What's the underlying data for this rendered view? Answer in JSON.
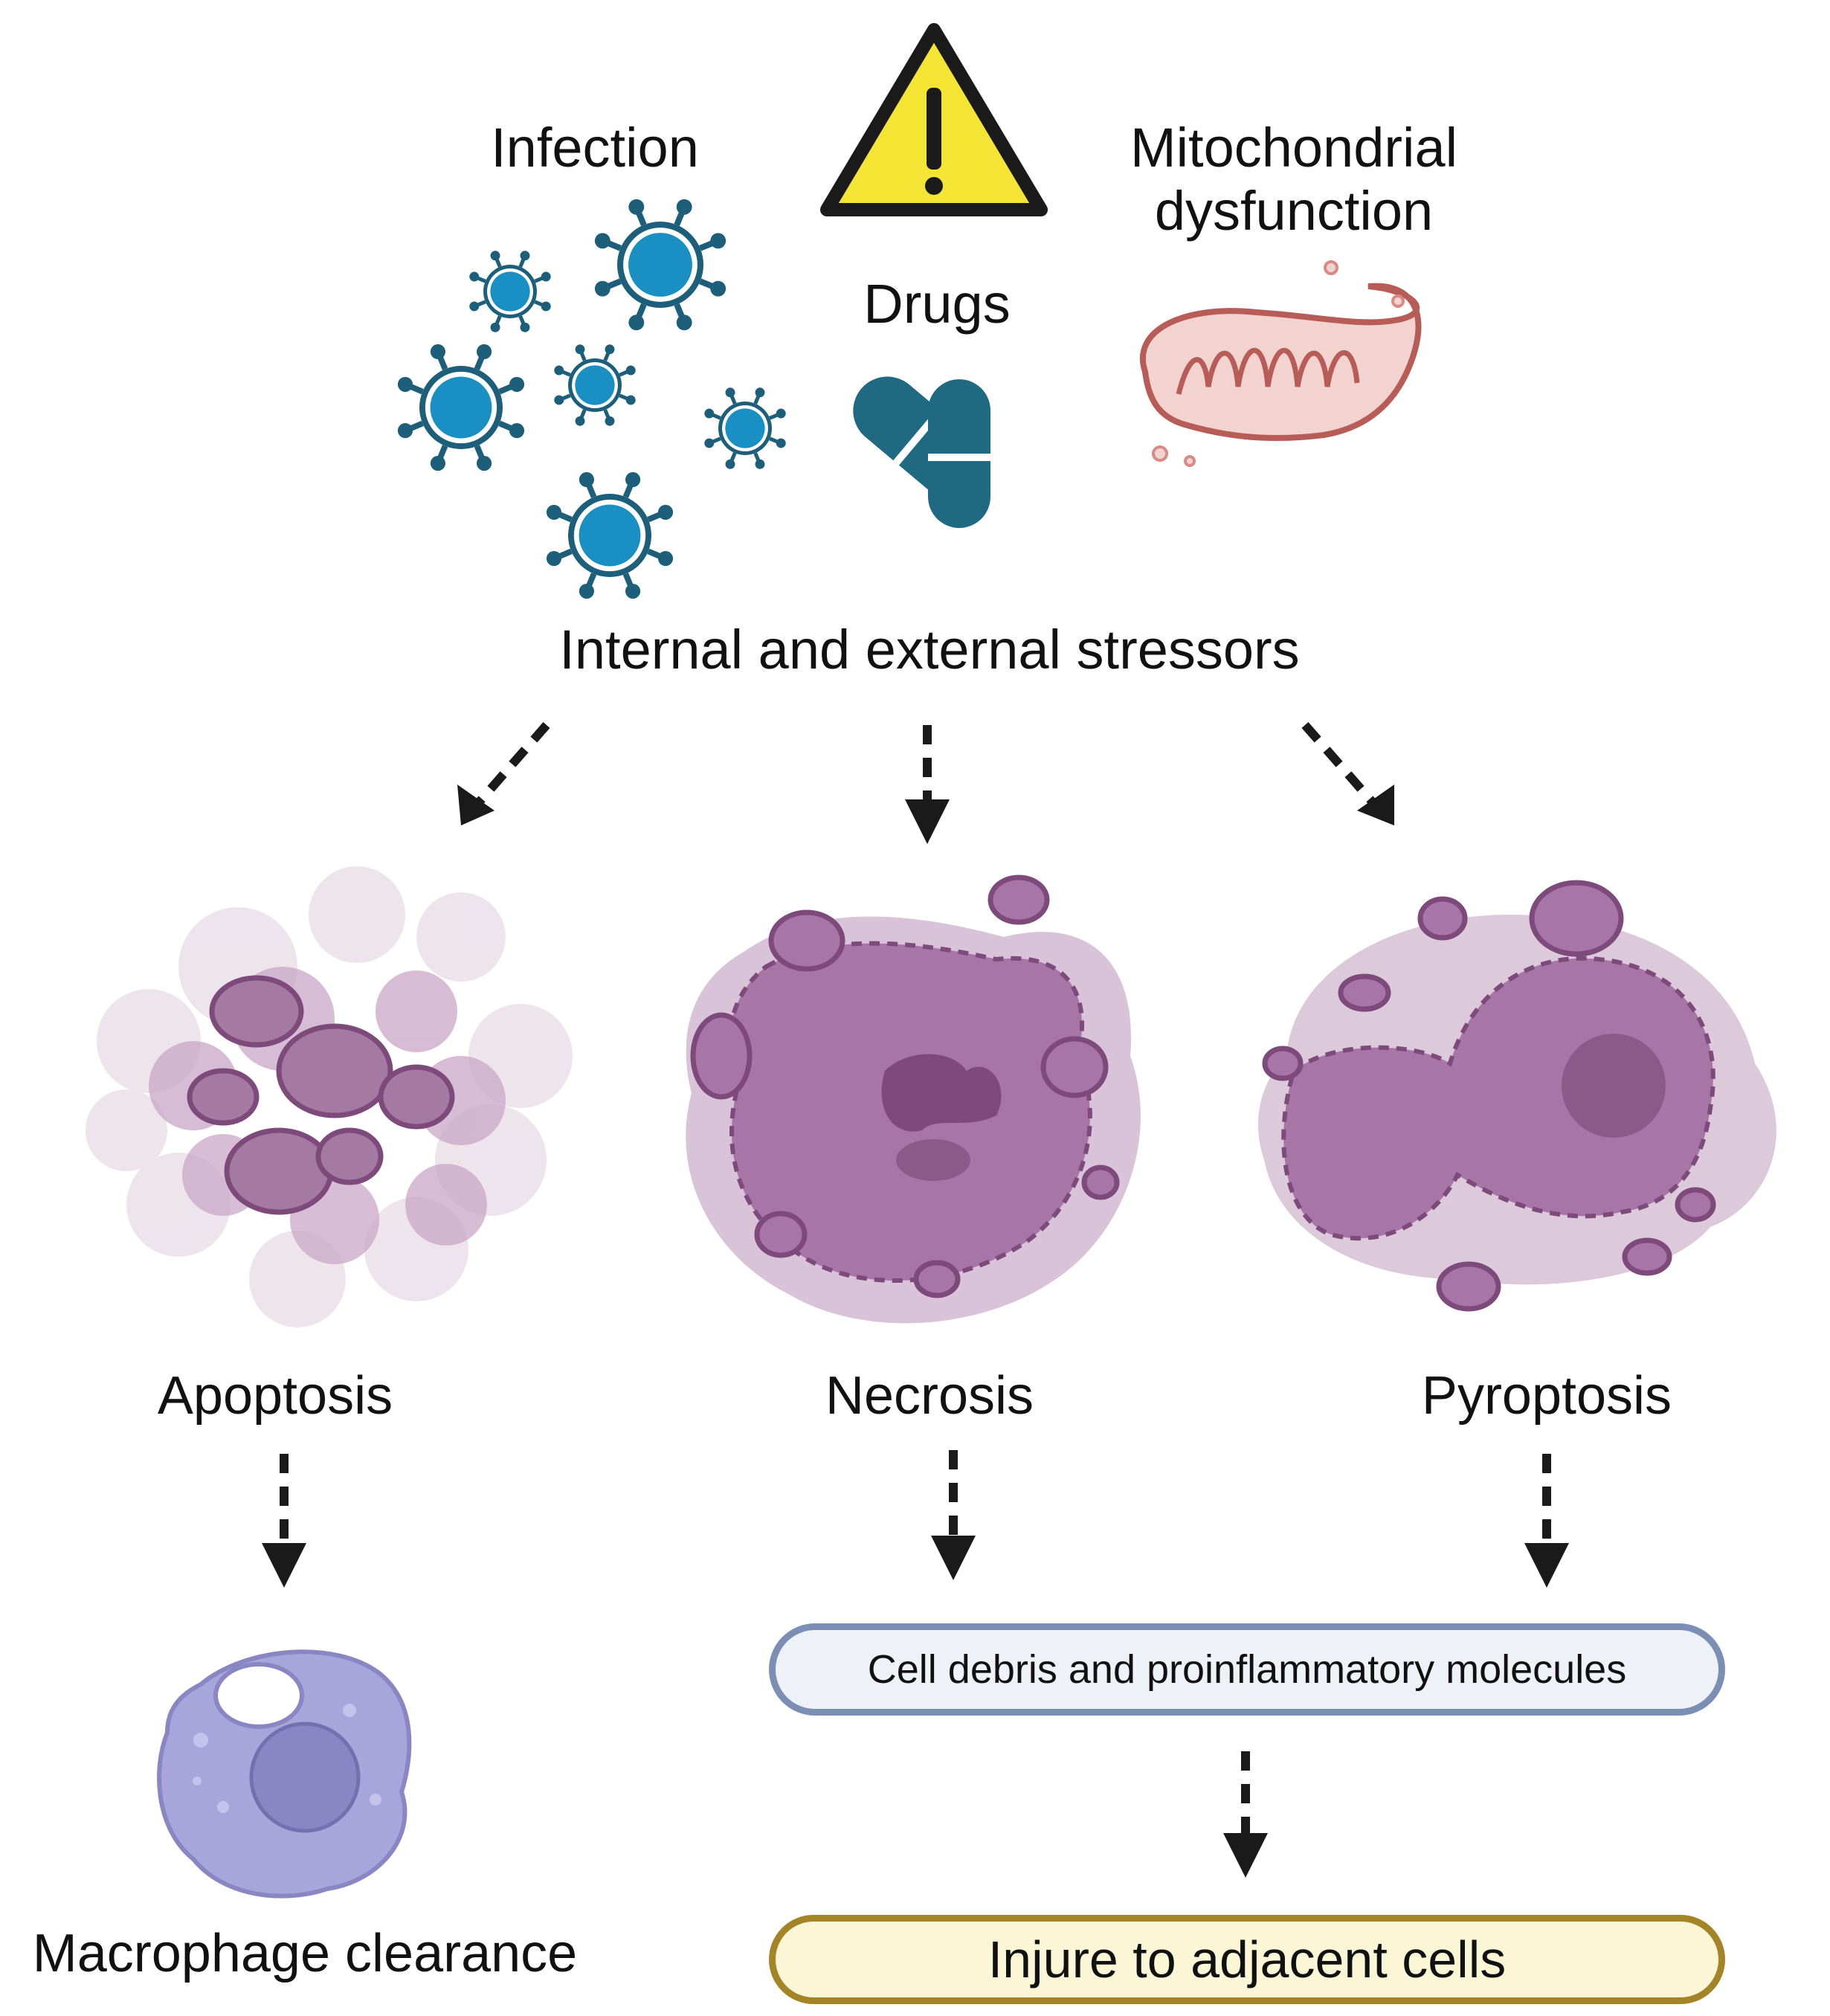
{
  "stressors": {
    "infection": "Infection",
    "mitochondrial_line1": "Mitochondrial",
    "mitochondrial_line2": "dysfunction",
    "drugs": "Drugs",
    "summary": "Internal and external stressors"
  },
  "cell_death": {
    "apoptosis": "Apoptosis",
    "necrosis": "Necrosis",
    "pyroptosis": "Pyroptosis"
  },
  "outcomes": {
    "macrophage": "Macrophage clearance",
    "debris": "Cell debris and proinflammatory molecules",
    "injure": "Injure to adjacent cells"
  },
  "colors": {
    "virus": "#1a8fc4",
    "virus_dark": "#1d5f7a",
    "drug": "#1f6a82",
    "warning_fill": "#f4e534",
    "mito": "#d98a84",
    "cell_purple": "#a876a6",
    "cell_dark": "#7d4a7b",
    "cell_light": "#d9c3d8",
    "macrophage": "#a7a5dc",
    "macrophage_nucleus": "#8a86c4",
    "arrow": "#1a1a1a",
    "debris_border": "#7a8fb3",
    "injure_border": "#a38528"
  },
  "icons": [
    "warning-icon",
    "virus-icon",
    "drug-capsule-icon",
    "mitochondrion-icon",
    "apoptotic-cell-icon",
    "necrotic-cell-icon",
    "pyroptotic-cell-icon",
    "macrophage-icon"
  ]
}
